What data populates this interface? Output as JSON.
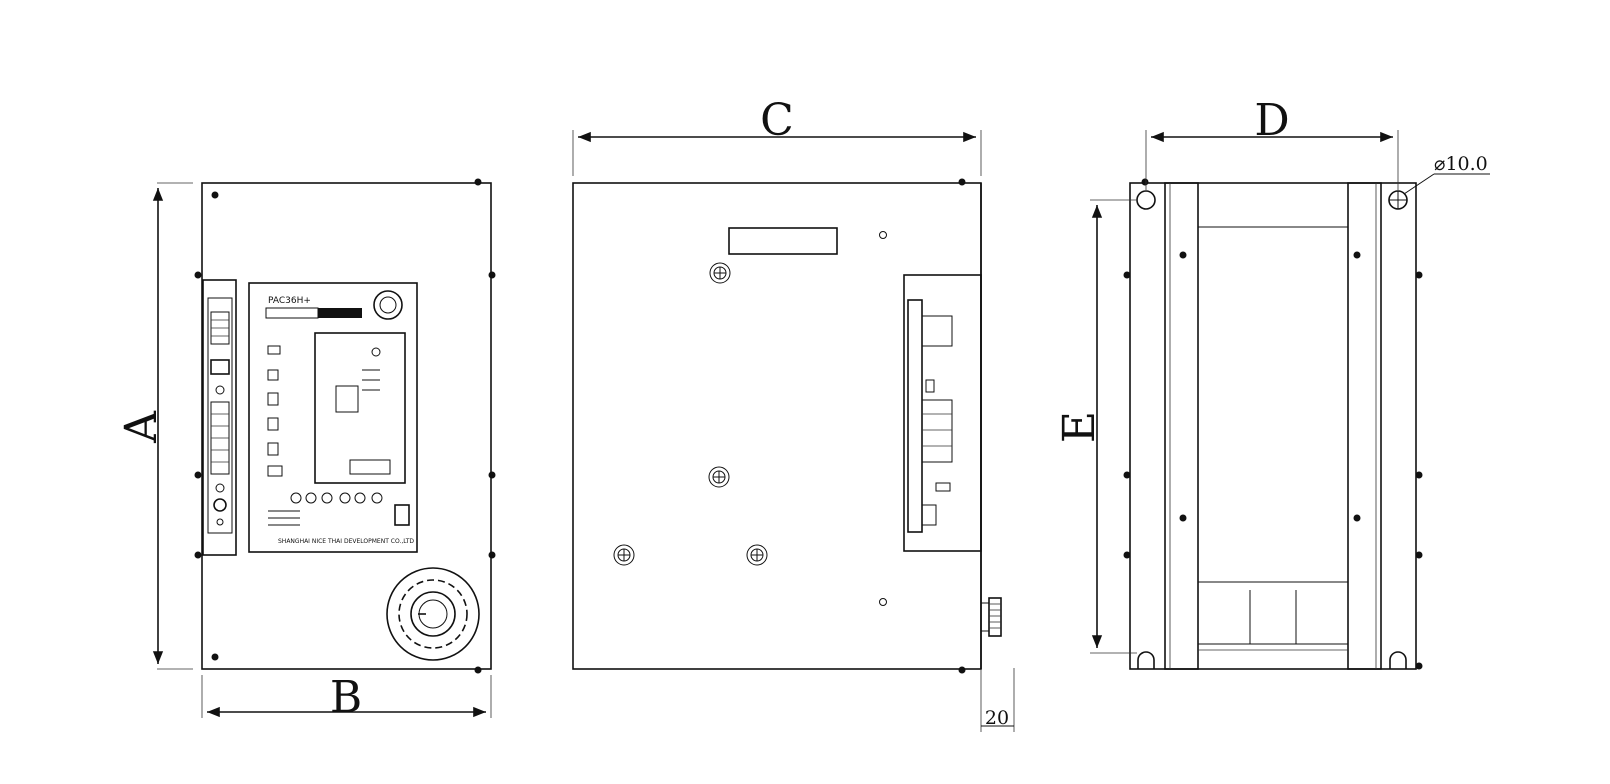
{
  "dimensions": {
    "a": "A",
    "b": "B",
    "c": "C",
    "d": "D",
    "e": "E",
    "hole": "⌀10.0",
    "depth": "20"
  },
  "front_panel": {
    "model": "PAC36H+",
    "footer": "SHANGHAI NICE THAI DEVELOPMENT CO.,LTD"
  }
}
